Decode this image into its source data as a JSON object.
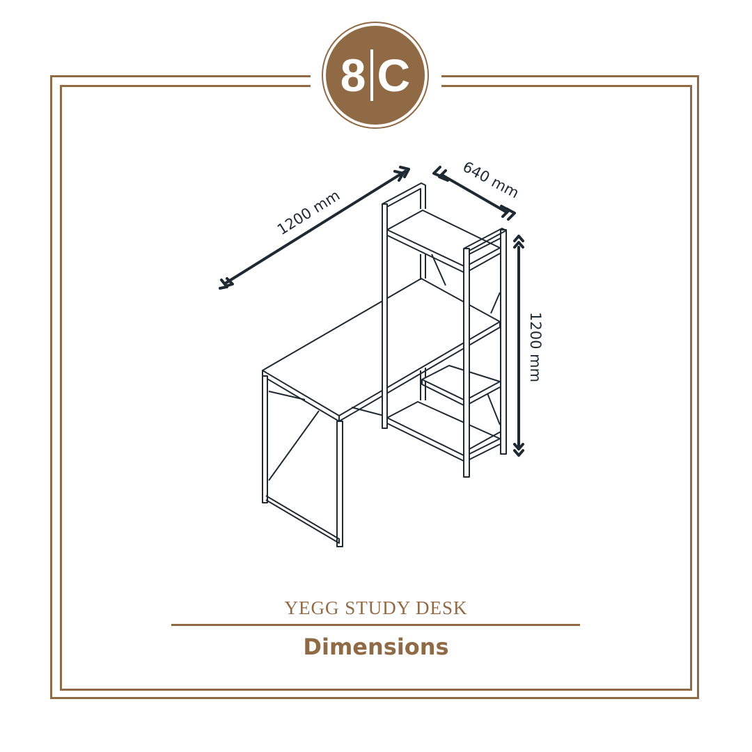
{
  "logo": {
    "left": "8",
    "right": "C"
  },
  "dimensions": {
    "width": "1200 mm",
    "depth": "640 mm",
    "height": "1200 mm"
  },
  "product_name": "YEGG STUDY DESK",
  "subtitle": "Dimensions",
  "colors": {
    "brand": "#8f6a45",
    "ink": "#1d2a33"
  }
}
